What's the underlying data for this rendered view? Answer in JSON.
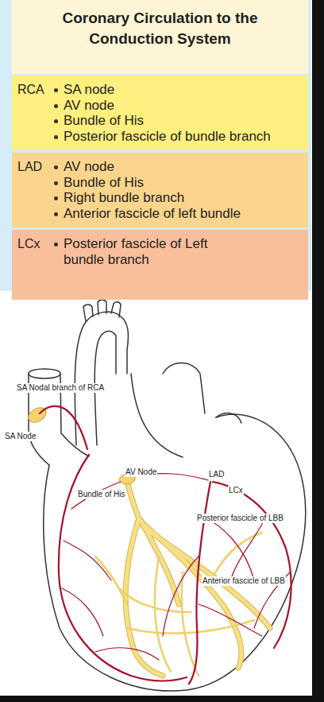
{
  "diagram": {
    "title": "Coronary Circulation to the Conduction System",
    "nodes": [
      {
        "text": [
          "RCA",
          "SA node",
          "AV node",
          "Bundle of His",
          "Posterior fascicle of bundle branch"
        ]
      },
      {
        "text": [
          "LAD",
          "AV node",
          "Bundle of His",
          "Right bundle branch",
          "Anterior fascicle of left bundle"
        ]
      },
      {
        "text": [
          "LCx",
          "Posterior fascicle of Left bundle branch"
        ]
      }
    ],
    "labels": [
      "SA Nodal branch of RCA",
      "SA Node",
      "AV Node",
      "Bundle of His",
      "LAD",
      "LCx",
      "Posterior fascicle of LBB",
      "Anterior fascicle of LBB"
    ]
  }
}
